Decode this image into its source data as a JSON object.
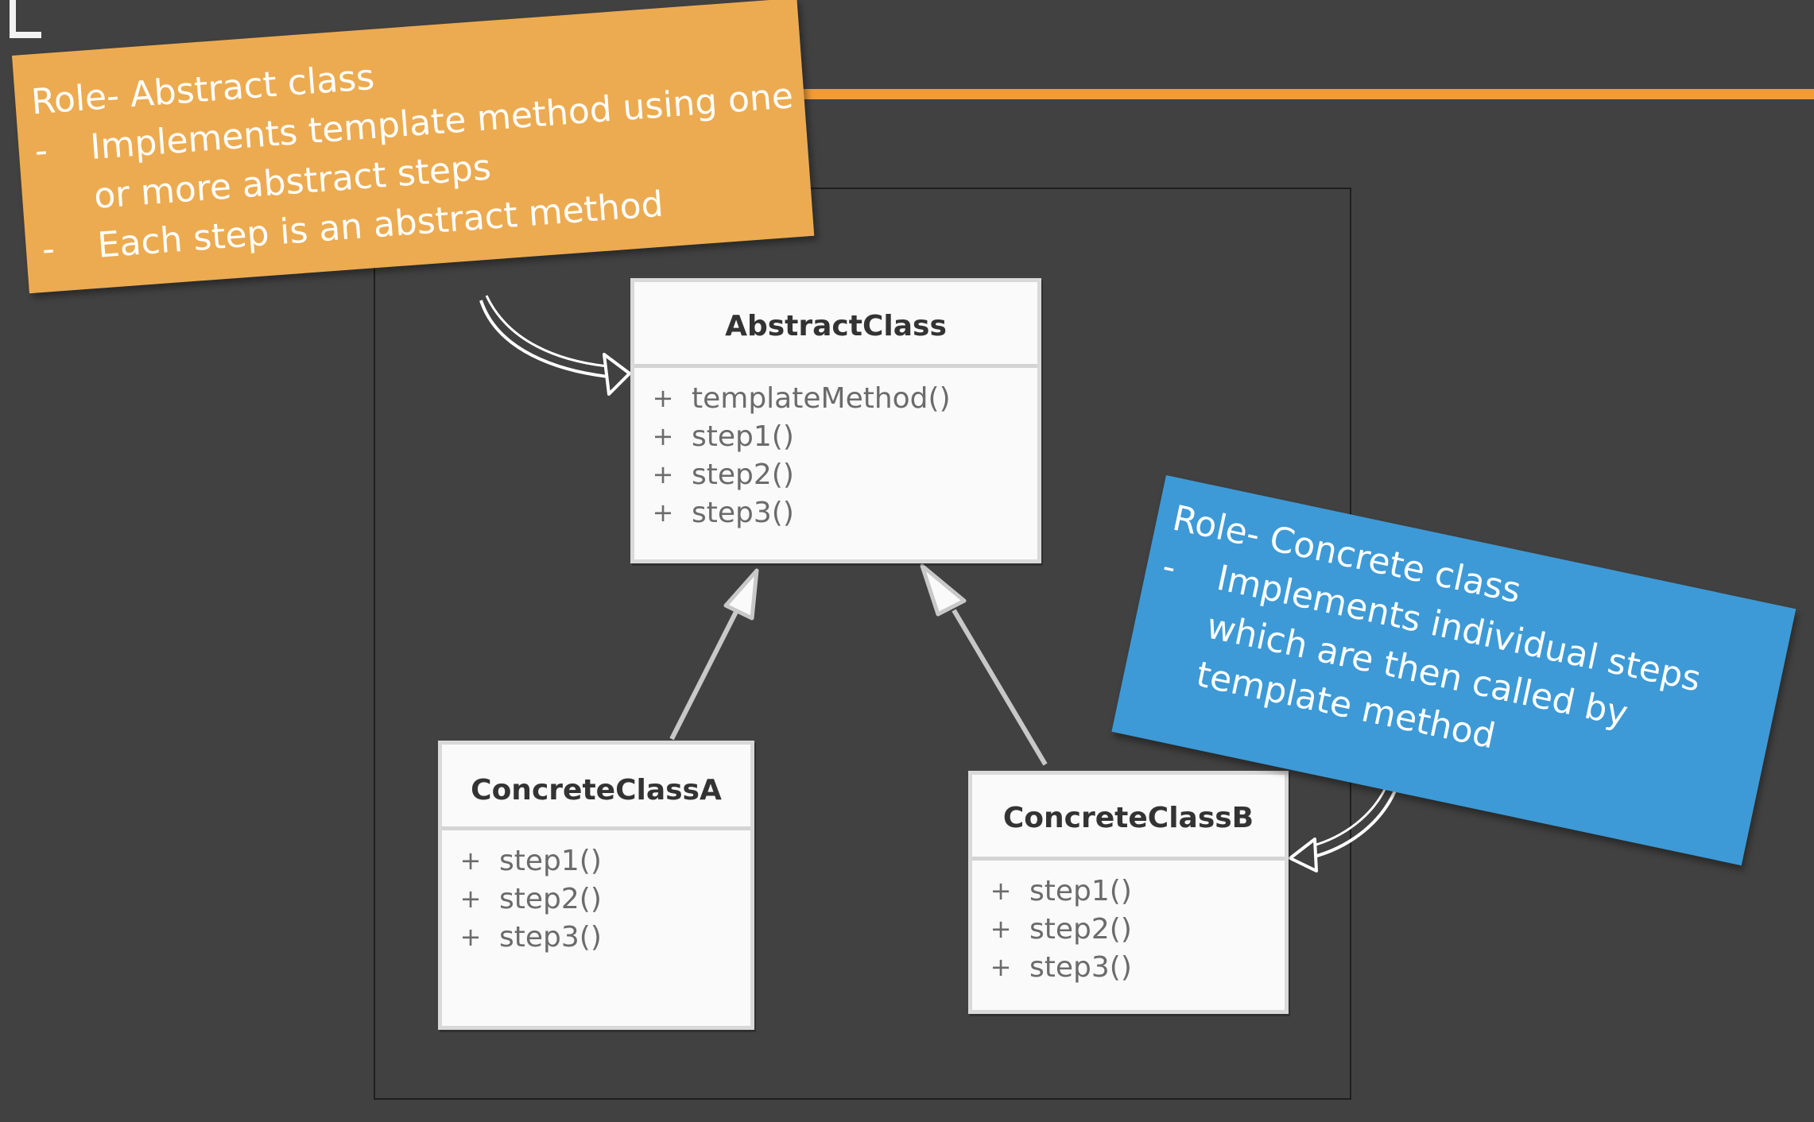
{
  "notes": {
    "abstract_role": {
      "lines": [
        "Role- Abstract class",
        "Implements template method using one",
        "or more abstract steps",
        "Each step is an abstract method"
      ],
      "color": "#ecab51"
    },
    "concrete_role": {
      "lines": [
        "Role- Concrete class",
        "Implements individual steps",
        "which are then called by",
        "template method"
      ],
      "color": "#3d9ad6"
    }
  },
  "classes": {
    "abstract": {
      "name": "AbstractClass",
      "operations": [
        {
          "visibility": "+",
          "name": "templateMethod()"
        },
        {
          "visibility": "+",
          "name": "step1()"
        },
        {
          "visibility": "+",
          "name": "step2()"
        },
        {
          "visibility": "+",
          "name": "step3()"
        }
      ]
    },
    "concrete_a": {
      "name": "ConcreteClassA",
      "operations": [
        {
          "visibility": "+",
          "name": "step1()"
        },
        {
          "visibility": "+",
          "name": "step2()"
        },
        {
          "visibility": "+",
          "name": "step3()"
        }
      ]
    },
    "concrete_b": {
      "name": "ConcreteClassB",
      "operations": [
        {
          "visibility": "+",
          "name": "step1()"
        },
        {
          "visibility": "+",
          "name": "step2()"
        },
        {
          "visibility": "+",
          "name": "step3()"
        }
      ]
    }
  },
  "colors": {
    "background": "#414141",
    "accent_line": "#ef9b3a",
    "class_fill": "#fafafa"
  }
}
